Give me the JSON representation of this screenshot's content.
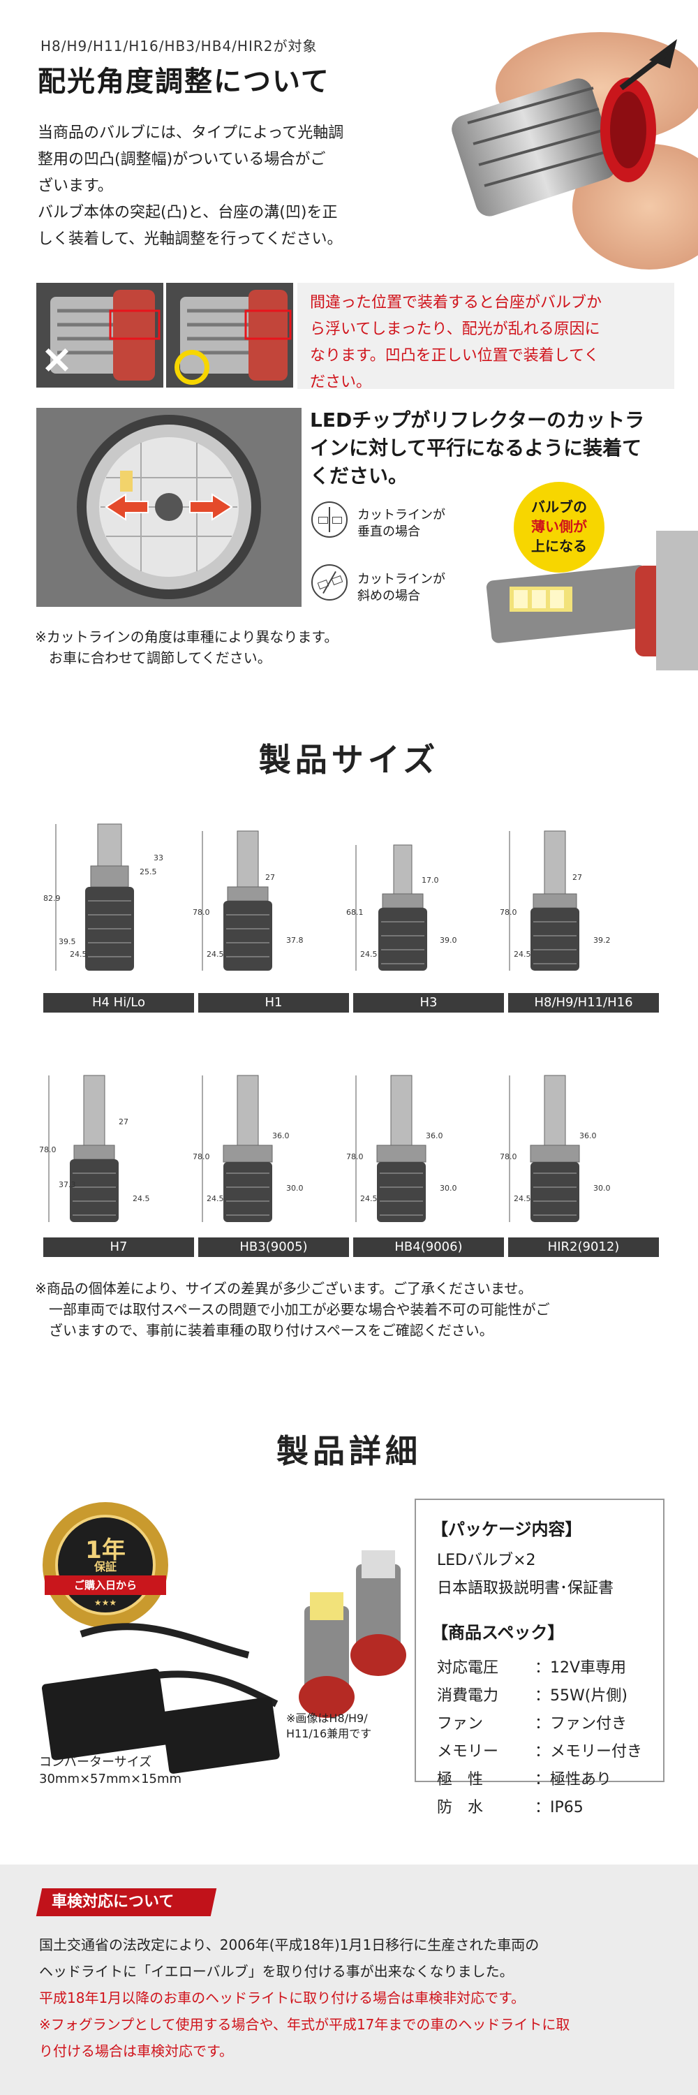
{
  "header": {
    "applicable": "H8/H9/H11/H16/HB3/HB4/HIR2が対象",
    "title": "配光角度調整について",
    "intro_lines": [
      "当商品のバルブには、タイプによって光軸調",
      "整用の凹凸(調整幅)がついている場合がご",
      "ざいます。",
      "バルブ本体の突起(凸)と、台座の溝(凹)を正",
      "しく装着して、光軸調整を行ってください。"
    ]
  },
  "warning": {
    "lines": [
      "間違った位置で装着すると台座がバルブか",
      "ら浮いてしまったり、配光が乱れる原因に",
      "なります。凹凸を正しい位置で装着してく",
      "ださい。"
    ],
    "wrong_mark": "×",
    "right_mark": "○",
    "accent_color": "#d0131b"
  },
  "cutline": {
    "heading_lines": [
      "LEDチップがリフレクターのカットラ",
      "インに対して平行になるように装着て",
      "ください。"
    ],
    "vertical_label": [
      "カットラインが",
      "垂直の場合"
    ],
    "diagonal_label": [
      "カットラインが",
      "斜めの場合"
    ],
    "badge_lines": [
      "バルブの",
      "薄い側が",
      "上になる"
    ],
    "badge_color": "#f7d600",
    "note_lines": [
      "※カットラインの角度は車種により異なります。",
      "　お車に合わせて調節してください。"
    ]
  },
  "size_section": {
    "title": "製品サイズ",
    "row1": [
      {
        "caption": "H4 Hi/Lo",
        "dims": [
          "82.9",
          "25.5",
          "33",
          "39.5",
          "24.5"
        ]
      },
      {
        "caption": "H1",
        "dims": [
          "78.0",
          "27",
          "37.8",
          "24.5"
        ]
      },
      {
        "caption": "H3",
        "dims": [
          "68.1",
          "17.0",
          "39.0",
          "24.5"
        ]
      },
      {
        "caption": "H8/H9/H11/H16",
        "dims": [
          "78.0",
          "27",
          "39.2",
          "24.5"
        ]
      }
    ],
    "row2": [
      {
        "caption": "H7",
        "dims": [
          "78.0",
          "27",
          "37.3",
          "24.5"
        ]
      },
      {
        "caption": "HB3(9005)",
        "dims": [
          "78.0",
          "36.0",
          "30.0",
          "24.5"
        ]
      },
      {
        "caption": "HB4(9006)",
        "dims": [
          "78.0",
          "36.0",
          "30.0",
          "24.5"
        ]
      },
      {
        "caption": "HIR2(9012)",
        "dims": [
          "78.0",
          "36.0",
          "30.0",
          "24.5"
        ]
      }
    ],
    "note_lines": [
      "※商品の個体差により、サイズの差異が多少ございます。ご了承くださいませ。",
      "　一部車両では取付スペースの問題で小加工が必要な場合や装着不可の可能性がご",
      "　ざいますので、事前に装着車種の取り付けスペースをご確認ください。"
    ]
  },
  "detail_section": {
    "title": "製品詳細",
    "warranty": {
      "big": "1年",
      "sub": "保証",
      "ribbon": "ご購入日から",
      "stars": "★★★"
    },
    "image_note": [
      "※画像はH8/H9/",
      "H11/16兼用です"
    ],
    "converter": [
      "コンバーターサイズ",
      "30mm×57mm×15mm"
    ],
    "package_heading": "【パッケージ内容】",
    "package_items": [
      "LEDバルブ×2",
      "日本語取扱説明書･保証書"
    ],
    "spec_heading": "【商品スペック】",
    "specs": [
      {
        "label": "対応電圧",
        "value": "：12V車専用"
      },
      {
        "label": "消費電力",
        "value": "：55W(片側)"
      },
      {
        "label": "ファン",
        "value": "：ファン付き"
      },
      {
        "label": "メモリー",
        "value": "：メモリー付き"
      },
      {
        "label": "極　性",
        "value": "：極性あり"
      },
      {
        "label": "防　水",
        "value": "：IP65"
      }
    ]
  },
  "shaken": {
    "heading": "車検対応について",
    "lines": [
      "国土交通省の法改定により、2006年(平成18年)1月1日移行に生産された車両の",
      "ヘッドライトに「イエローバルブ」を取り付ける事が出来なくなりました。"
    ],
    "red_lines": [
      "平成18年1月以降のお車のヘッドライトに取り付ける場合は車検非対応です。",
      "※フォグランプとして使用する場合や、年式が平成17年までの車のヘッドライトに取",
      "り付ける場合は車検対応です。"
    ],
    "heading_color": "#c1121a"
  }
}
